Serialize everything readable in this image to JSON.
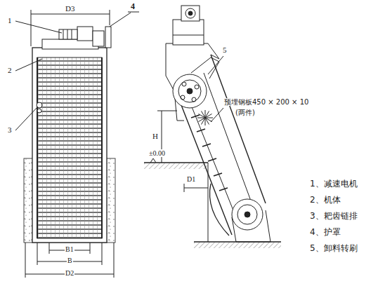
{
  "diagram": {
    "labels": [
      "D3",
      "1",
      "2",
      "3",
      "4",
      "5",
      "B1",
      "B",
      "D2",
      "H",
      "±0.00",
      "D1",
      "预埋钢板450 × 200 × 10",
      "(两件)",
      "1、减速电机",
      "2、机体",
      "3、耙齿链排",
      "4、护罩",
      "5、卸料转刷"
    ]
  }
}
